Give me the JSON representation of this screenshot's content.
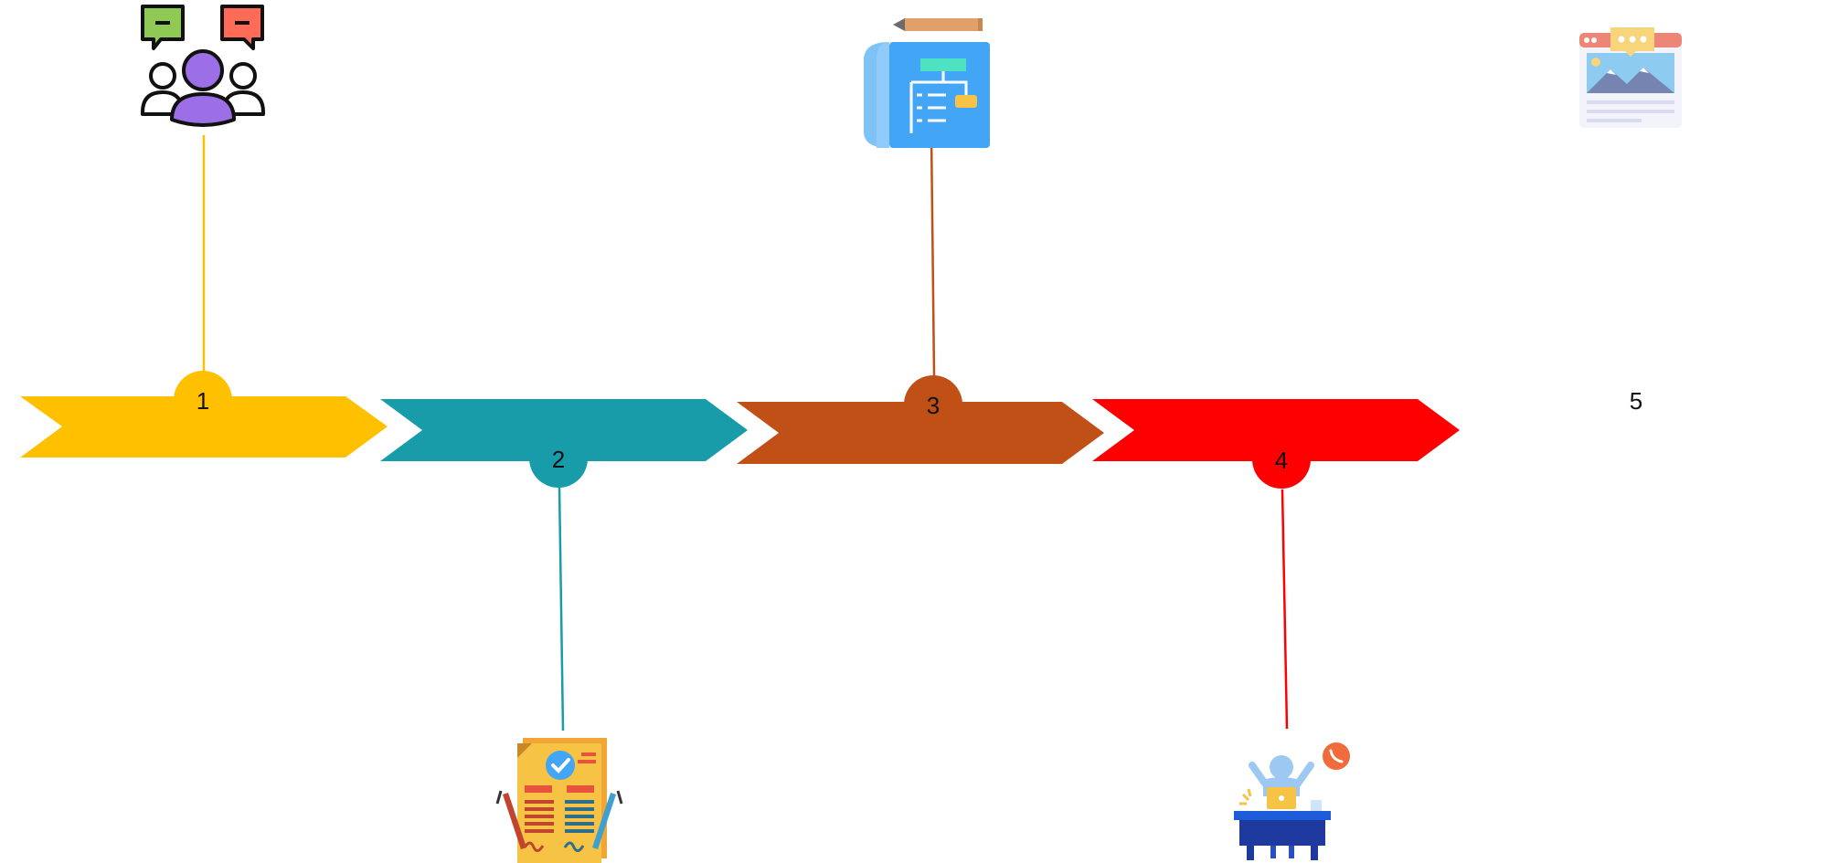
{
  "steps": [
    {
      "number": "1",
      "color": "#FFC000",
      "icon": "team-discussion-icon"
    },
    {
      "number": "2",
      "color": "#189CAA",
      "icon": "signed-document-icon"
    },
    {
      "number": "3",
      "color": "#C05015",
      "icon": "blueprint-plan-icon"
    },
    {
      "number": "4",
      "color": "#FF0000",
      "icon": "office-worker-desk-icon"
    },
    {
      "number": "5",
      "color": "#FFFFFF",
      "icon": "website-rating-icon"
    }
  ],
  "icon_colors": {
    "purple": "#9D6FE6",
    "green": "#8FCB54",
    "coral": "#FF6B57",
    "blue": "#42A5F5",
    "navy": "#1E3A9E",
    "gold": "#F6C344"
  }
}
